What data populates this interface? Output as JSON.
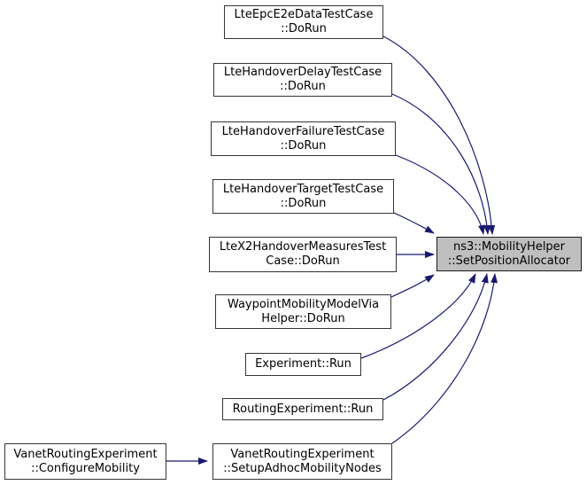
{
  "diagram": {
    "kind": "doxygen-caller-graph",
    "background_color": "#ffffff",
    "edge_color": "#191970",
    "node_fill": "#ffffff",
    "highlight_node_fill": "#bfbfbf",
    "node_border_color": "#353535",
    "text_color": "#000000"
  },
  "graph": {
    "nodes": [
      {
        "id": "LteEpcE2eDataTestCase::DoRun",
        "lines": [
          "LteEpcE2eDataTestCase",
          "::DoRun"
        ]
      },
      {
        "id": "LteHandoverDelayTestCase::DoRun",
        "lines": [
          "LteHandoverDelayTestCase",
          "::DoRun"
        ]
      },
      {
        "id": "LteHandoverFailureTestCase::DoRun",
        "lines": [
          "LteHandoverFailureTestCase",
          "::DoRun"
        ]
      },
      {
        "id": "LteHandoverTargetTestCase::DoRun",
        "lines": [
          "LteHandoverTargetTestCase",
          "::DoRun"
        ]
      },
      {
        "id": "LteX2HandoverMeasuresTestCase::DoRun",
        "lines": [
          "LteX2HandoverMeasuresTest",
          "Case::DoRun"
        ]
      },
      {
        "id": "WaypointMobilityModelViaHelper::DoRun",
        "lines": [
          "WaypointMobilityModelVia",
          "Helper::DoRun"
        ]
      },
      {
        "id": "Experiment::Run",
        "lines": [
          "Experiment::Run"
        ]
      },
      {
        "id": "RoutingExperiment::Run",
        "lines": [
          "RoutingExperiment::Run"
        ]
      },
      {
        "id": "VanetRoutingExperiment::SetupAdhocMobilityNodes",
        "lines": [
          "VanetRoutingExperiment",
          "::SetupAdhocMobilityNodes"
        ]
      },
      {
        "id": "VanetRoutingExperiment::ConfigureMobility",
        "lines": [
          "VanetRoutingExperiment",
          "::ConfigureMobility"
        ]
      },
      {
        "id": "ns3::MobilityHelper::SetPositionAllocator",
        "lines": [
          "ns3::MobilityHelper",
          "::SetPositionAllocator"
        ],
        "highlighted": true
      }
    ],
    "edges": [
      {
        "from": "LteEpcE2eDataTestCase::DoRun",
        "to": "ns3::MobilityHelper::SetPositionAllocator"
      },
      {
        "from": "LteHandoverDelayTestCase::DoRun",
        "to": "ns3::MobilityHelper::SetPositionAllocator"
      },
      {
        "from": "LteHandoverFailureTestCase::DoRun",
        "to": "ns3::MobilityHelper::SetPositionAllocator"
      },
      {
        "from": "LteHandoverTargetTestCase::DoRun",
        "to": "ns3::MobilityHelper::SetPositionAllocator"
      },
      {
        "from": "LteX2HandoverMeasuresTestCase::DoRun",
        "to": "ns3::MobilityHelper::SetPositionAllocator"
      },
      {
        "from": "WaypointMobilityModelViaHelper::DoRun",
        "to": "ns3::MobilityHelper::SetPositionAllocator"
      },
      {
        "from": "Experiment::Run",
        "to": "ns3::MobilityHelper::SetPositionAllocator"
      },
      {
        "from": "RoutingExperiment::Run",
        "to": "ns3::MobilityHelper::SetPositionAllocator"
      },
      {
        "from": "VanetRoutingExperiment::SetupAdhocMobilityNodes",
        "to": "ns3::MobilityHelper::SetPositionAllocator"
      },
      {
        "from": "VanetRoutingExperiment::ConfigureMobility",
        "to": "VanetRoutingExperiment::SetupAdhocMobilityNodes"
      }
    ]
  }
}
